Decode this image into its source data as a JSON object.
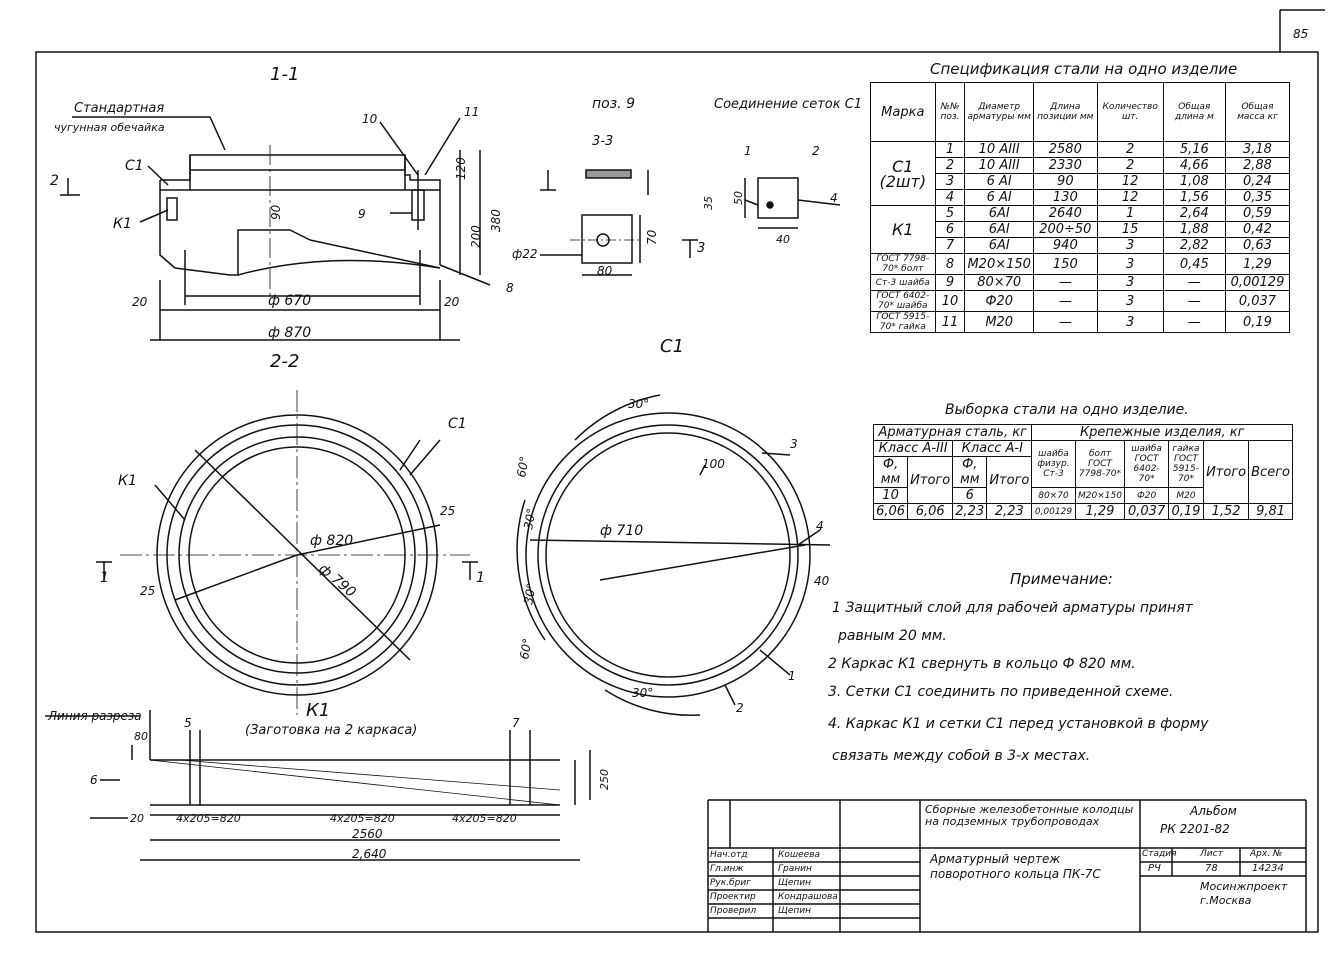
{
  "page_number": "85",
  "views": {
    "section_1_1": "1-1",
    "section_2_2": "2-2",
    "view_c1": "C1",
    "pos9": "поз. 9",
    "section_3_3": "3-3",
    "connection": "Соединение сеток С1",
    "k1_caption": "К1",
    "k1_note": "(Заготовка на 2 каркаса)"
  },
  "labels": {
    "standard_ring_1": "Стандартная",
    "standard_ring_2": "чугунная обечайка",
    "cut_line": "Линия разреза",
    "c1": "С1",
    "k1": "К1"
  },
  "dims": {
    "d670": "ф 670",
    "d870": "ф 870",
    "d820": "ф 820",
    "d790": "ф 790",
    "d710": "ф 710",
    "d22": "ф22",
    "h380": "380",
    "h200": "200",
    "h120": "120",
    "h90": "90",
    "w80": "80",
    "w70": "70",
    "w20": "20",
    "w40": "40",
    "w100": "100",
    "w50": "50",
    "w35": "35",
    "w10": "10",
    "w25": "25",
    "a30": "30°",
    "a60": "60°",
    "seg1": "4x205=820",
    "seg2": "4x205=820",
    "seg3": "4x205=820",
    "l2560": "2560",
    "l2640": "2,640",
    "h250": "250",
    "n1": "1",
    "n2": "2",
    "n3": "3",
    "n4": "4",
    "n5": "5",
    "n6": "6",
    "n7": "7",
    "n8": "8",
    "n9": "9",
    "n10": "10",
    "n11": "11"
  },
  "spec_table": {
    "title": "Спецификация стали на одно изделие",
    "headers": [
      "Марка",
      "№№ поз.",
      "Диаметр арматуры мм",
      "Длина позиции мм",
      "Количество шт.",
      "Общая длина м",
      "Общая масса кг"
    ],
    "groups": [
      {
        "mark": "С1 (2шт)",
        "rows": [
          [
            "1",
            "10 АIII",
            "2580",
            "2",
            "5,16",
            "3,18"
          ],
          [
            "2",
            "10 АIII",
            "2330",
            "2",
            "4,66",
            "2,88"
          ],
          [
            "3",
            "6 АI",
            "90",
            "12",
            "1,08",
            "0,24"
          ],
          [
            "4",
            "6 АI",
            "130",
            "12",
            "1,56",
            "0,35"
          ]
        ]
      },
      {
        "mark": "К1",
        "rows": [
          [
            "5",
            "6АI",
            "2640",
            "1",
            "2,64",
            "0,59"
          ],
          [
            "6",
            "6АI",
            "200÷50",
            "15",
            "1,88",
            "0,42"
          ],
          [
            "7",
            "6АI",
            "940",
            "3",
            "2,82",
            "0,63"
          ]
        ]
      }
    ],
    "extra_rows": [
      {
        "mark": "ГОСТ 7798-70* болт",
        "cells": [
          "8",
          "М20×150",
          "150",
          "3",
          "0,45",
          "1,29"
        ]
      },
      {
        "mark": "Ст-3 шайба",
        "cells": [
          "9",
          "80×70",
          "—",
          "3",
          "—",
          "0,00129"
        ]
      },
      {
        "mark": "ГОСТ 6402-70* шайба",
        "cells": [
          "10",
          "Ф20",
          "—",
          "3",
          "—",
          "0,037"
        ]
      },
      {
        "mark": "ГОСТ 5915-70* гайка",
        "cells": [
          "11",
          "М20",
          "—",
          "3",
          "—",
          "0,19"
        ]
      }
    ]
  },
  "selection_table": {
    "title": "Выборка стали на одно изделие.",
    "h_rebar": "Арматурная сталь, кг",
    "h_fasteners": "Крепежные изделия, кг",
    "class_a3": "Класс А-III",
    "class_a1": "Класс А-I",
    "diam": "Ф, мм",
    "total": "Итого",
    "grand_total": "Всего",
    "f_cols": [
      "шайба физур. Ст-3",
      "болт ГОСТ 7798-70*",
      "шайба ГОСТ 6402-70*",
      "гайка ГОСТ 5915-70*"
    ],
    "diam_vals": [
      "10",
      "6"
    ],
    "sub_vals": [
      "80×70",
      "М20×150",
      "Ф20",
      "М20"
    ],
    "values": [
      "6,06",
      "6,06",
      "2,23",
      "2,23",
      "0,00129",
      "1,29",
      "0,037",
      "0,19",
      "1,52",
      "9,81"
    ]
  },
  "notes": {
    "title": "Примечание:",
    "items": [
      "1 Защитный слой для рабочей арматуры принят",
      "равным 20 мм.",
      "2 Каркас К1 свернуть в кольцо Ф 820 мм.",
      "3. Сетки С1 соединить по приведенной схеме.",
      "4. Каркас К1 и сетки С1 перед установкой в форму",
      "связать между собой в 3-х местах."
    ]
  },
  "title_block": {
    "title1": "Сборные железобетонные колодцы на подземных трубопроводах",
    "title2": "Арматурный чертеж поворотного кольца ПК-7С",
    "album_label": "Альбом",
    "album": "РК 2201-82",
    "stage_h": "Стадия",
    "sheet_h": "Лист",
    "arch_h": "Арх. №",
    "stage": "РЧ",
    "sheet": "78",
    "arch": "14234",
    "org": "Мосинжпроект г.Москва",
    "roles": [
      "Нач.отд",
      "Гл.инж",
      "Рук.бриг",
      "Проектир",
      "Проверил"
    ],
    "names": [
      "Кошеева",
      "Гранин",
      "Щепин",
      "Кондрашова",
      "Щепин"
    ]
  }
}
